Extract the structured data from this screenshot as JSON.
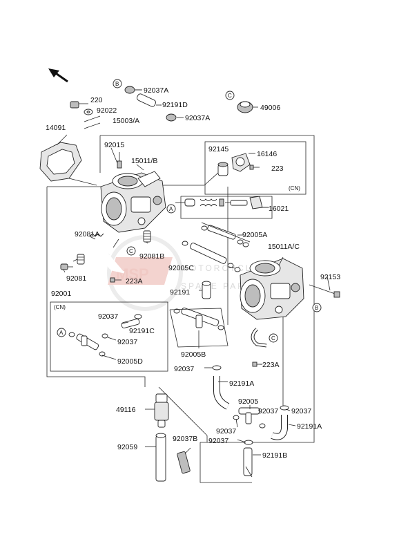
{
  "watermark": {
    "logo_text": "MSP",
    "line1": "MOTORCYCLE",
    "line2": "SPARE PARTS"
  },
  "legend_letters": [
    "A",
    "B",
    "C"
  ],
  "region_tag": "(CN)",
  "part_labels": {
    "p92037A_top": "92037A",
    "p92191D": "92191D",
    "p92037A_mid": "92037A",
    "p220": "220",
    "p92022": "92022",
    "p49006": "49006",
    "p14091": "14091",
    "p15003A": "15003/A",
    "p92015": "92015",
    "p15011B": "15011/B",
    "p92145": "92145",
    "p16146": "16146",
    "p223": "223",
    "p16021": "16021",
    "p92005A": "92005A",
    "p15011AC": "15011A/C",
    "p92081A": "92081A",
    "p92081B": "92081B",
    "p92081": "92081",
    "p92005C": "92005C",
    "p92153": "92153",
    "p223A_left": "223A",
    "p92001": "92001",
    "p92191": "92191",
    "p92037_cn1": "92037",
    "p92191C": "92191C",
    "p92037_cn2": "92037",
    "p92005D": "92005D",
    "p92005B": "92005B",
    "p223A_right": "223A",
    "p92037_mid": "92037",
    "p92191A_mid": "92191A",
    "p92005": "92005",
    "p92037_r": "92037",
    "p92191A_r": "92191A",
    "p49116": "49116",
    "p92037_lo1": "92037",
    "p92037_lo2": "92037",
    "p92037B": "92037B",
    "p92059": "92059",
    "p92191B": "92191B",
    "p92037_lo3": "92037"
  }
}
